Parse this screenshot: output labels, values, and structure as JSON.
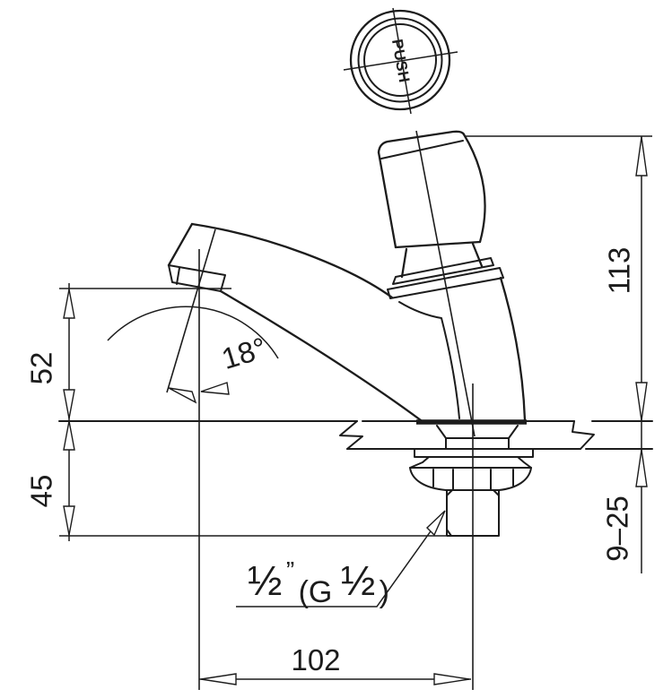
{
  "colors": {
    "line": "#1c1c1c",
    "background": "#ffffff"
  },
  "top_view": {
    "push_label": "PUSH"
  },
  "dimensions": {
    "spout_height_above_deck": "52",
    "length_below_deck": "45",
    "total_height": "113",
    "deck_thickness_range": "9–25",
    "spout_reach": "102",
    "spout_angle": "18°"
  },
  "thread_label": {
    "size_fraction": "½",
    "inch_mark": "”",
    "paren_open": "(G ",
    "standard_fraction": "½",
    "paren_close": ")"
  }
}
